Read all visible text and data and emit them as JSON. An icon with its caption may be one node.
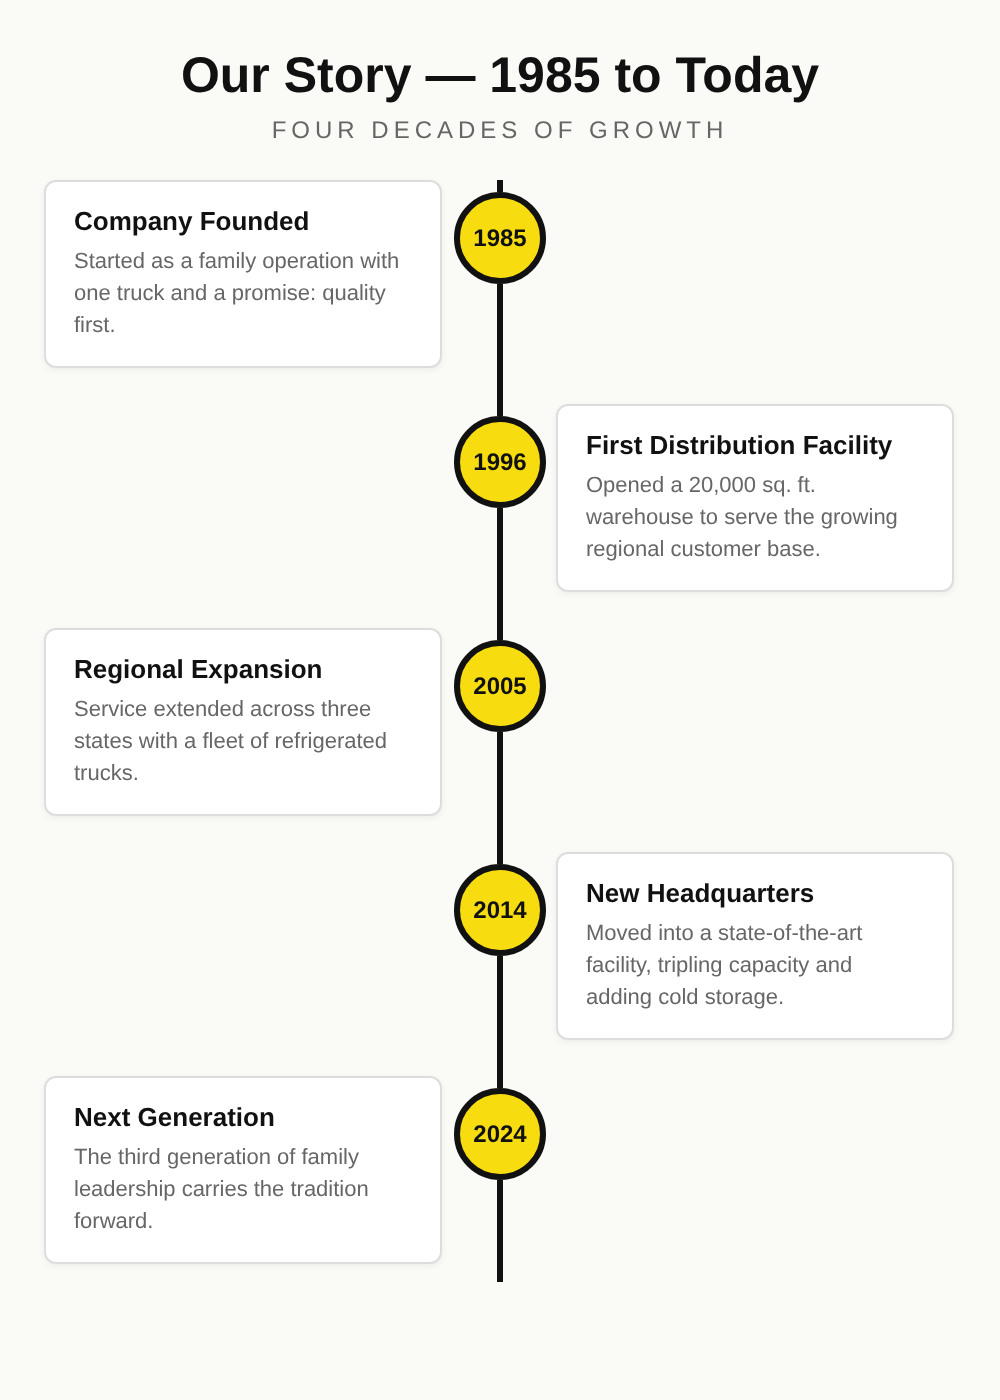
{
  "diagram": {
    "title": "Our Story — 1985 to Today",
    "nodes": [
      {
        "text": [
          "Company Founded",
          "Started as a family operation with one truck and a promise: quality first."
        ]
      },
      {
        "text": [
          "1985"
        ]
      },
      {
        "text": [
          "1996"
        ]
      },
      {
        "text": [
          "First Distribution Facility",
          "Opened a 20,000 sq. ft. warehouse to serve the growing regional customer base."
        ]
      },
      {
        "text": [
          "Regional Expansion",
          "Service extended across three states with a fleet of refrigerated trucks."
        ]
      },
      {
        "text": [
          "2005"
        ]
      },
      {
        "text": [
          "2014"
        ]
      },
      {
        "text": [
          "New Headquarters",
          "Moved into a state-of-the-art facility, tripling capacity and adding cold storage."
        ]
      },
      {
        "text": [
          "Next Generation",
          "The third generation of family leadership carries the tradition forward."
        ]
      },
      {
        "text": [
          "2024"
        ]
      }
    ],
    "edges": [
      {
        "from": null,
        "to": 1,
        "arrow": "none"
      },
      {
        "from": 1,
        "to": 2,
        "arrow": "none"
      },
      {
        "from": 2,
        "to": 5,
        "arrow": "none"
      },
      {
        "from": 5,
        "to": 6,
        "arrow": "none"
      },
      {
        "from": 6,
        "to": 9,
        "arrow": "none"
      },
      {
        "from": 9,
        "to": null,
        "arrow": "none"
      }
    ],
    "labels": [
      "FOUR DECADES OF GROWTH"
    ]
  }
}
